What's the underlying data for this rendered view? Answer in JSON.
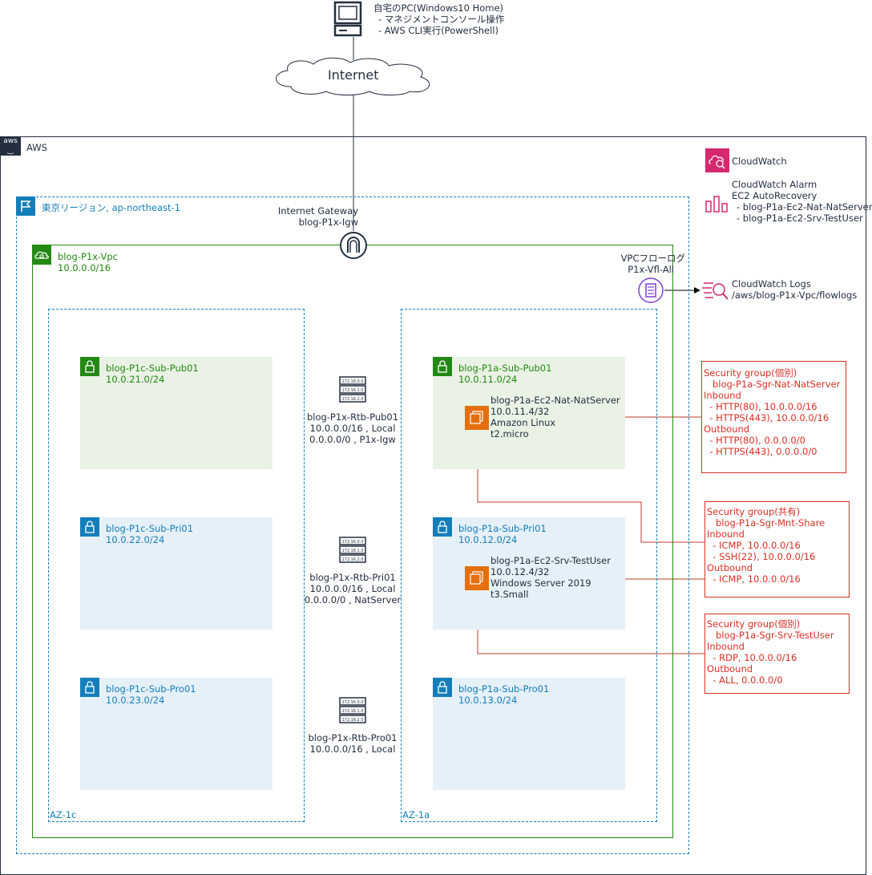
{
  "pc": {
    "title": "自宅のPC(Windows10 Home)",
    "line1": "- マネジメントコンソール操作",
    "line2": "- AWS CLI実行(PowerShell)"
  },
  "internet": {
    "label": "Internet"
  },
  "aws": {
    "label": "AWS"
  },
  "region": {
    "label": "東京リージョン, ap-northeast-1"
  },
  "igw": {
    "line1": "Internet Gateway",
    "line2": "blog-P1x-Igw"
  },
  "vpc": {
    "name": "blog-P1x-Vpc",
    "cidr": "10.0.0.0/16"
  },
  "flowlog": {
    "line1": "VPCフローログ",
    "line2": "P1x-Vfl-All"
  },
  "cloudwatch": {
    "label": "CloudWatch"
  },
  "alarm": {
    "line1": "CloudWatch Alarm",
    "line2": "EC2 AutoRecovery",
    "line3": "- blog-P1a-Ec2-Nat-NatServer",
    "line4": "- blog-P1a-Ec2-Srv-TestUser"
  },
  "logs": {
    "line1": "CloudWatch Logs",
    "line2": "/aws/blog-P1x-Vpc/flowlogs"
  },
  "az": {
    "left": "AZ-1c",
    "right": "AZ-1a"
  },
  "subnets": {
    "p1c_pub": {
      "name": "blog-P1c-Sub-Pub01",
      "cidr": "10.0.21.0/24"
    },
    "p1c_pri": {
      "name": "blog-P1c-Sub-Pri01",
      "cidr": "10.0.22.0/24"
    },
    "p1c_pro": {
      "name": "blog-P1c-Sub-Pro01",
      "cidr": "10.0.23.0/24"
    },
    "p1a_pub": {
      "name": "blog-P1a-Sub-Pub01",
      "cidr": "10.0.11.0/24"
    },
    "p1a_pri": {
      "name": "blog-P1a-Sub-Pri01",
      "cidr": "10.0.12.0/24"
    },
    "p1a_pro": {
      "name": "blog-P1a-Sub-Pro01",
      "cidr": "10.0.13.0/24"
    }
  },
  "routetables": {
    "icon_lines": [
      "172.16.0.0",
      "172.16.1.0",
      "172.16.2.0"
    ],
    "pub": {
      "line1": "blog-P1x-Rtb-Pub01",
      "line2": "10.0.0.0/16 , Local",
      "line3": "0.0.0.0/0 , P1x-Igw"
    },
    "pri": {
      "line1": "blog-P1x-Rtb-Pri01",
      "line2": "10.0.0.0/16 , Local",
      "line3": "0.0.0.0/0 , NatServer"
    },
    "pro": {
      "line1": "blog-P1x-Rtb-Pro01",
      "line2": "10.0.0.0/16 , Local"
    }
  },
  "ec2": {
    "nat": {
      "line1": "blog-P1a-Ec2-Nat-NatServer",
      "line2": "10.0.11.4/32",
      "line3": "Amazon Linux",
      "line4": "t2.micro"
    },
    "srv": {
      "line1": "blog-P1a-Ec2-Srv-TestUser",
      "line2": "10.0.12.4/32",
      "line3": "Windows Server 2019",
      "line4": "t3.Small"
    }
  },
  "sg": {
    "nat": {
      "lines": [
        "Security group(個別)",
        "   blog-P1a-Sgr-Nat-NatServer",
        "Inbound",
        "  - HTTP(80), 10.0.0.0/16",
        "  - HTTPS(443), 10.0.0.0/16",
        "Outbound",
        "  - HTTP(80), 0.0.0.0/0",
        "  - HTTPS(443), 0.0.0.0/0"
      ]
    },
    "mnt": {
      "lines": [
        "Security group(共有)",
        "   blog-P1a-Sgr-Mnt-Share",
        "Inbound",
        "  - ICMP, 10.0.0.0/16",
        "  - SSH(22), 10.0.0.0/16",
        "Outbound",
        "  - ICMP, 10.0.0.0/16"
      ]
    },
    "srv": {
      "lines": [
        "Security group(個別)",
        "   blog-P1a-Sgr-Srv-TestUser",
        "Inbound",
        "  - RDP, 10.0.0.0/16",
        "Outbound",
        "  - ALL, 0.0.0.0/0"
      ]
    }
  },
  "colors": {
    "aws_border": "#232f3e",
    "region_border": "#147eba",
    "vpc_border": "#248814",
    "public_subnet": "#eaf2e5",
    "private_subnet": "#e6f0f8",
    "ec2_orange": "#e36f0e",
    "cloudwatch_pink": "#d4286f",
    "flowlog_purple": "#7b40d6",
    "security_red": "#d93025"
  }
}
